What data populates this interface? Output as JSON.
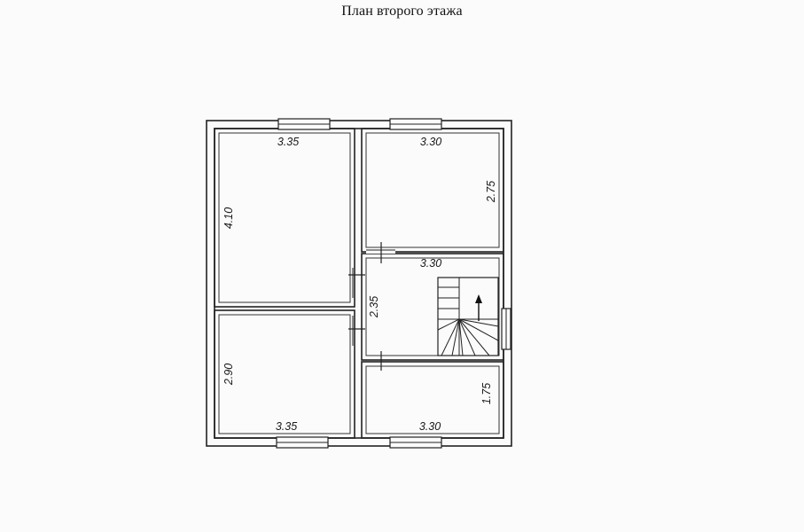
{
  "title": "План второго этажа",
  "rooms": {
    "top_left": {
      "width": "3.35",
      "height": "4.10"
    },
    "top_right": {
      "width": "3.30",
      "height": "2.75"
    },
    "hall": {
      "width": "3.30",
      "height": "2.35"
    },
    "bottom_left": {
      "width": "3.35",
      "height": "2.90"
    },
    "bottom_right": {
      "width": "3.30",
      "height": "1.75"
    }
  },
  "colors": {
    "wall": "#222222",
    "background": "#fbfbfb"
  }
}
